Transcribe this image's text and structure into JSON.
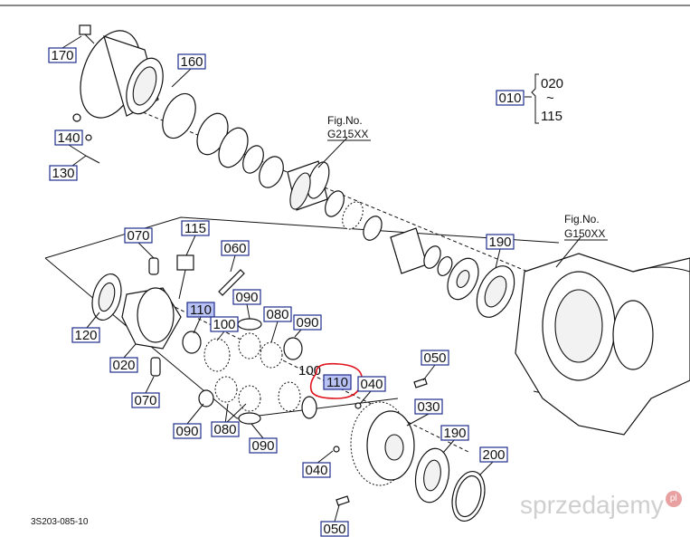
{
  "diagram": {
    "callouts": [
      {
        "id": "c170",
        "text": "170",
        "highlight": false
      },
      {
        "id": "c160",
        "text": "160",
        "highlight": false
      },
      {
        "id": "c140",
        "text": "140",
        "highlight": false
      },
      {
        "id": "c130",
        "text": "130",
        "highlight": false
      },
      {
        "id": "c010",
        "text": "010",
        "highlight": false
      },
      {
        "id": "c070a",
        "text": "070",
        "highlight": false
      },
      {
        "id": "c115",
        "text": "115",
        "highlight": false
      },
      {
        "id": "c060",
        "text": "060",
        "highlight": false
      },
      {
        "id": "c190a",
        "text": "190",
        "highlight": false
      },
      {
        "id": "c090a",
        "text": "090",
        "highlight": false
      },
      {
        "id": "c110a",
        "text": "110",
        "highlight": true
      },
      {
        "id": "c080a",
        "text": "080",
        "highlight": false
      },
      {
        "id": "c100a",
        "text": "100",
        "highlight": false
      },
      {
        "id": "c090b",
        "text": "090",
        "highlight": false
      },
      {
        "id": "c120",
        "text": "120",
        "highlight": false
      },
      {
        "id": "c020",
        "text": "020",
        "highlight": false
      },
      {
        "id": "c050a",
        "text": "050",
        "highlight": false
      },
      {
        "id": "c110b",
        "text": "110",
        "highlight": true
      },
      {
        "id": "c040a",
        "text": "040",
        "highlight": false
      },
      {
        "id": "c070b",
        "text": "070",
        "highlight": false
      },
      {
        "id": "c030",
        "text": "030",
        "highlight": false
      },
      {
        "id": "c090c",
        "text": "090",
        "highlight": false
      },
      {
        "id": "c080b",
        "text": "080",
        "highlight": false
      },
      {
        "id": "c090d",
        "text": "090",
        "highlight": false
      },
      {
        "id": "c190b",
        "text": "190",
        "highlight": false
      },
      {
        "id": "c200",
        "text": "200",
        "highlight": false
      },
      {
        "id": "c040b",
        "text": "040",
        "highlight": false
      },
      {
        "id": "c050b",
        "text": "050",
        "highlight": false
      }
    ],
    "plain_labels": {
      "range_top": "020",
      "range_bottom": "115",
      "range_tilde": "~",
      "label_100_plain": "100"
    },
    "figure_refs": [
      {
        "id": "fig1",
        "line1": "Fig.No.",
        "line2": "G215XX"
      },
      {
        "id": "fig2",
        "line1": "Fig.No.",
        "line2": "G150XX"
      }
    ],
    "footer_code": "3S203-085-10",
    "watermark": {
      "text": "sprzedajemy",
      "badge": "pl"
    },
    "colors": {
      "callout_border": "#1f2d8a",
      "callout_highlight": "#b9c2f5",
      "annotation_circle": "#e0141e"
    }
  }
}
